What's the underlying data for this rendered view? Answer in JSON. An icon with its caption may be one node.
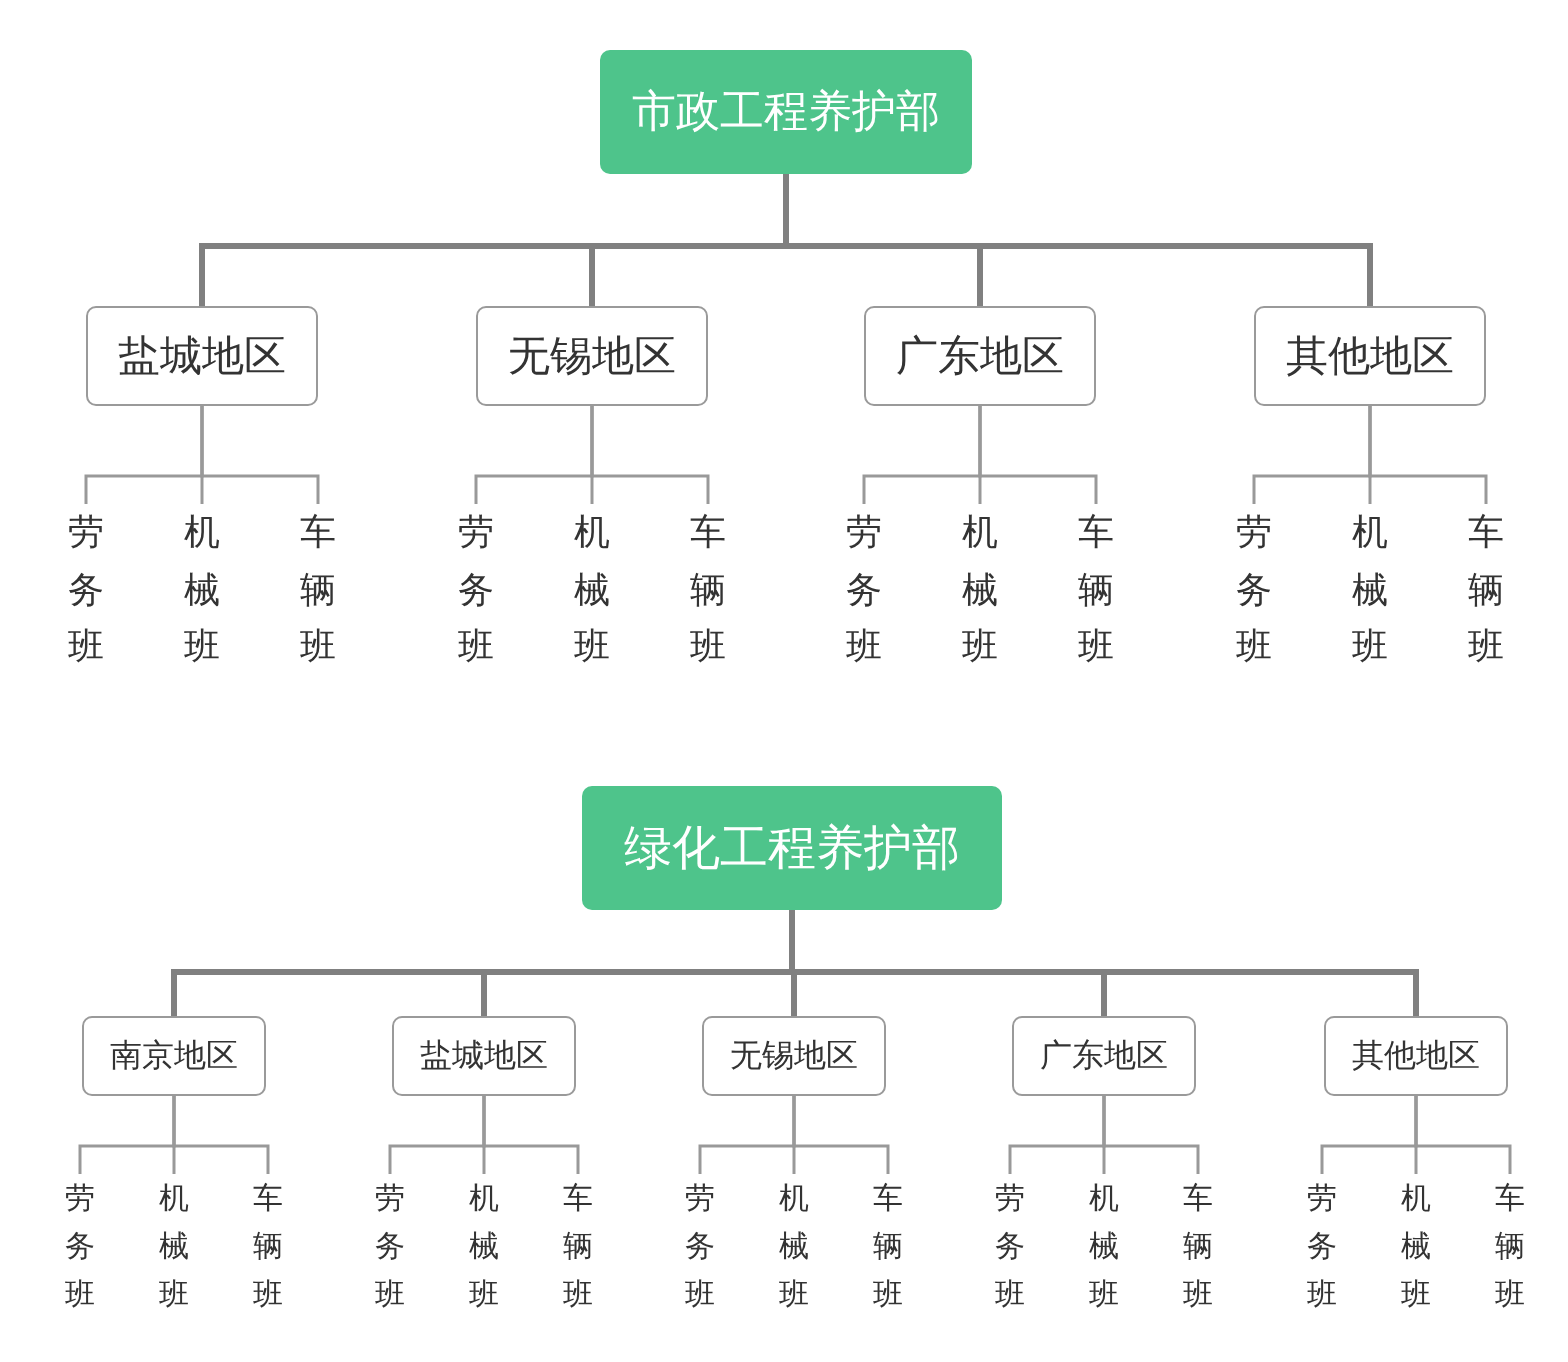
{
  "diagram": {
    "nodes": [
      {
        "text": [
          "市政工程养护部"
        ]
      },
      {
        "text": [
          "盐城地区"
        ]
      },
      {
        "text": [
          "无锡地区"
        ]
      },
      {
        "text": [
          "广东地区"
        ]
      },
      {
        "text": [
          "其他地区"
        ]
      },
      {
        "text": [
          "劳务班"
        ]
      },
      {
        "text": [
          "机械班"
        ]
      },
      {
        "text": [
          "车辆班"
        ]
      },
      {
        "text": [
          "劳务班"
        ]
      },
      {
        "text": [
          "机械班"
        ]
      },
      {
        "text": [
          "车辆班"
        ]
      },
      {
        "text": [
          "劳务班"
        ]
      },
      {
        "text": [
          "机械班"
        ]
      },
      {
        "text": [
          "车辆班"
        ]
      },
      {
        "text": [
          "劳务班"
        ]
      },
      {
        "text": [
          "机械班"
        ]
      },
      {
        "text": [
          "车辆班"
        ]
      },
      {
        "text": [
          "绿化工程养护部"
        ]
      },
      {
        "text": [
          "南京地区"
        ]
      },
      {
        "text": [
          "盐城地区"
        ]
      },
      {
        "text": [
          "无锡地区"
        ]
      },
      {
        "text": [
          "广东地区"
        ]
      },
      {
        "text": [
          "其他地区"
        ]
      },
      {
        "text": [
          "劳务班"
        ]
      },
      {
        "text": [
          "机械班"
        ]
      },
      {
        "text": [
          "车辆班"
        ]
      },
      {
        "text": [
          "劳务班"
        ]
      },
      {
        "text": [
          "机械班"
        ]
      },
      {
        "text": [
          "车辆班"
        ]
      },
      {
        "text": [
          "劳务班"
        ]
      },
      {
        "text": [
          "机械班"
        ]
      },
      {
        "text": [
          "车辆班"
        ]
      },
      {
        "text": [
          "劳务班"
        ]
      },
      {
        "text": [
          "机械班"
        ]
      },
      {
        "text": [
          "车辆班"
        ]
      },
      {
        "text": [
          "劳务班"
        ]
      },
      {
        "text": [
          "机械班"
        ]
      },
      {
        "text": [
          "车辆班"
        ]
      }
    ],
    "edges": [
      {
        "from": 0,
        "to": 1,
        "arrow": "none",
        "style": "thick"
      },
      {
        "from": 0,
        "to": 2,
        "arrow": "none",
        "style": "thick"
      },
      {
        "from": 0,
        "to": 3,
        "arrow": "none",
        "style": "thick"
      },
      {
        "from": 0,
        "to": 4,
        "arrow": "none",
        "style": "thick"
      },
      {
        "from": 1,
        "to": 5,
        "arrow": "none"
      },
      {
        "from": 1,
        "to": 6,
        "arrow": "none"
      },
      {
        "from": 1,
        "to": 7,
        "arrow": "none"
      },
      {
        "from": 2,
        "to": 8,
        "arrow": "none"
      },
      {
        "from": 2,
        "to": 9,
        "arrow": "none"
      },
      {
        "from": 2,
        "to": 10,
        "arrow": "none"
      },
      {
        "from": 3,
        "to": 11,
        "arrow": "none"
      },
      {
        "from": 3,
        "to": 12,
        "arrow": "none"
      },
      {
        "from": 3,
        "to": 13,
        "arrow": "none"
      },
      {
        "from": 4,
        "to": 14,
        "arrow": "none"
      },
      {
        "from": 4,
        "to": 15,
        "arrow": "none"
      },
      {
        "from": 4,
        "to": 16,
        "arrow": "none"
      },
      {
        "from": 17,
        "to": 18,
        "arrow": "none",
        "style": "thick"
      },
      {
        "from": 17,
        "to": 19,
        "arrow": "none",
        "style": "thick"
      },
      {
        "from": 17,
        "to": 20,
        "arrow": "none",
        "style": "thick"
      },
      {
        "from": 17,
        "to": 21,
        "arrow": "none",
        "style": "thick"
      },
      {
        "from": 17,
        "to": 22,
        "arrow": "none",
        "style": "thick"
      },
      {
        "from": 18,
        "to": 23,
        "arrow": "none"
      },
      {
        "from": 18,
        "to": 24,
        "arrow": "none"
      },
      {
        "from": 18,
        "to": 25,
        "arrow": "none"
      },
      {
        "from": 19,
        "to": 26,
        "arrow": "none"
      },
      {
        "from": 19,
        "to": 27,
        "arrow": "none"
      },
      {
        "from": 19,
        "to": 28,
        "arrow": "none"
      },
      {
        "from": 20,
        "to": 29,
        "arrow": "none"
      },
      {
        "from": 20,
        "to": 30,
        "arrow": "none"
      },
      {
        "from": 20,
        "to": 31,
        "arrow": "none"
      },
      {
        "from": 21,
        "to": 32,
        "arrow": "none"
      },
      {
        "from": 21,
        "to": 33,
        "arrow": "none"
      },
      {
        "from": 21,
        "to": 34,
        "arrow": "none"
      },
      {
        "from": 22,
        "to": 35,
        "arrow": "none"
      },
      {
        "from": 22,
        "to": 36,
        "arrow": "none"
      },
      {
        "from": 22,
        "to": 37,
        "arrow": "none"
      }
    ]
  }
}
